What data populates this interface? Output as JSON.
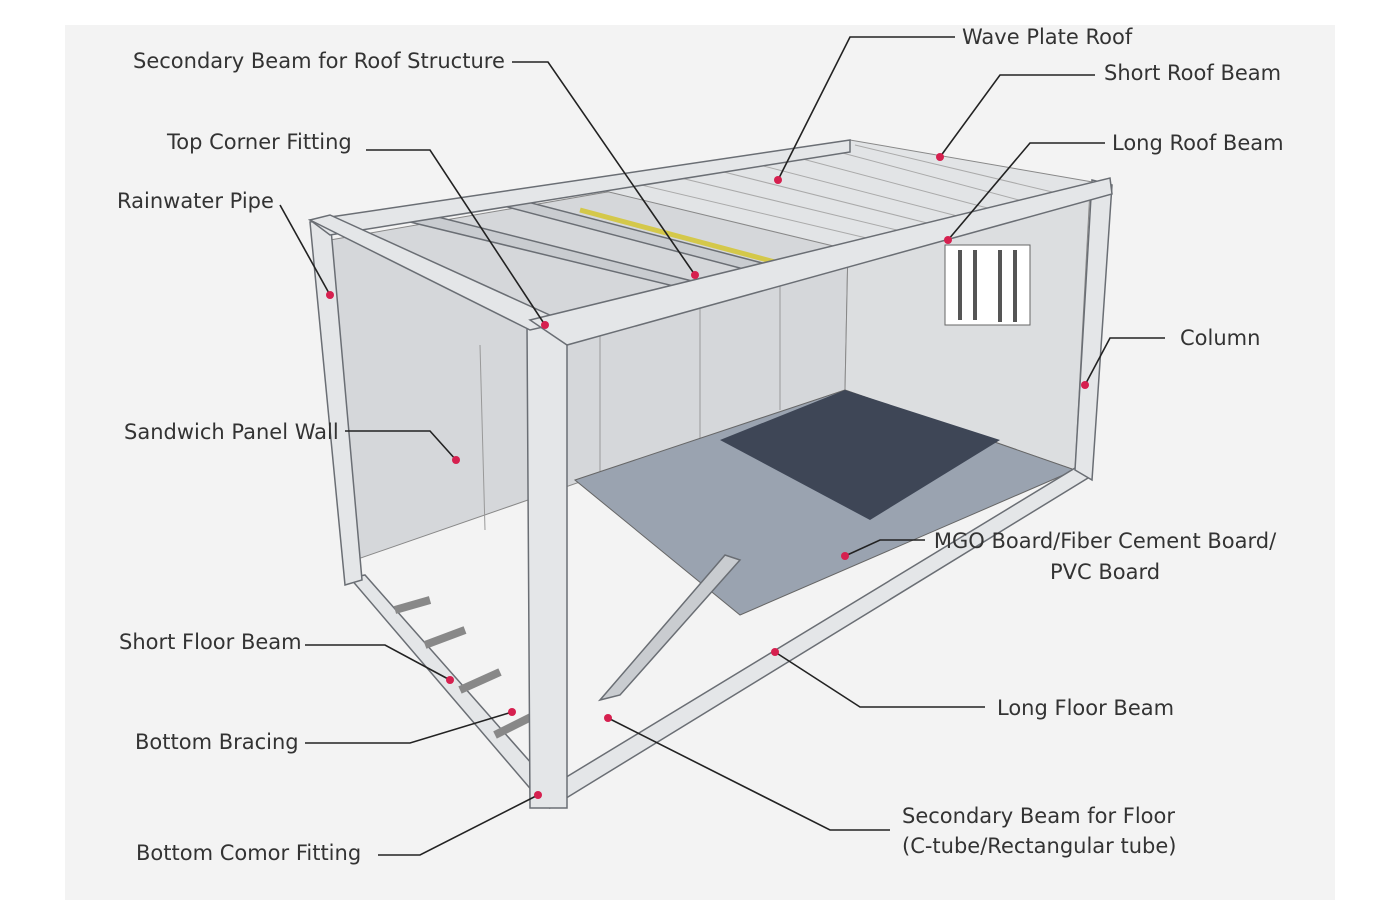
{
  "labels": {
    "secondary_roof_beam": "Secondary Beam for Roof Structure",
    "top_corner_fitting": "Top Corner Fitting",
    "rainwater_pipe": "Rainwater Pipe",
    "wave_plate_roof": "Wave Plate Roof",
    "short_roof_beam": "Short Roof Beam",
    "long_roof_beam": "Long Roof Beam",
    "column": "Column",
    "sandwich_panel_wall": "Sandwich Panel Wall",
    "floor_board_line1": "MGO Board/Fiber Cement Board/",
    "floor_board_line2": "PVC Board",
    "short_floor_beam": "Short Floor Beam",
    "long_floor_beam": "Long Floor Beam",
    "bottom_bracing": "Bottom Bracing",
    "secondary_floor_beam_line1": "Secondary Beam for Floor",
    "secondary_floor_beam_line2": "(C-tube/Rectangular tube)",
    "bottom_corner_fitting": "Bottom Comor Fitting"
  },
  "colors": {
    "marker": "#d6204f",
    "frame": "#c9ccd0",
    "floor": "#9aa3b0",
    "background": "#f3f3f3"
  }
}
